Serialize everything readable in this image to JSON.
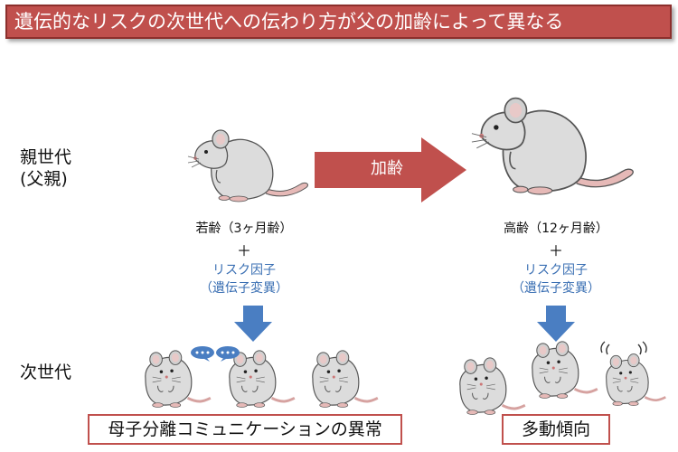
{
  "title": "遺伝的なリスクの次世代への伝わり方が父の加齢によって異なる",
  "labels": {
    "parent_generation_line1": "親世代",
    "parent_generation_line2": "(父親)",
    "next_generation": "次世代",
    "aging_arrow": "加齢"
  },
  "young_father": {
    "age_label": "若齢（3ヶ月齢）",
    "plus": "＋",
    "risk_line1": "リスク因子",
    "risk_line2": "（遺伝子変異）"
  },
  "old_father": {
    "age_label": "高齢（12ヶ月齢）",
    "plus": "＋",
    "risk_line1": "リスク因子",
    "risk_line2": "（遺伝子変異）"
  },
  "outcomes": {
    "young": "母子分離コミュニケーションの異常",
    "old": "多動傾向"
  },
  "colors": {
    "title_bg": "#c0504d",
    "arrow_red": "#c0504d",
    "arrow_blue": "#4a7ec2",
    "risk_text": "#3a6fb3",
    "mouse_body": "#dcdcdc"
  }
}
